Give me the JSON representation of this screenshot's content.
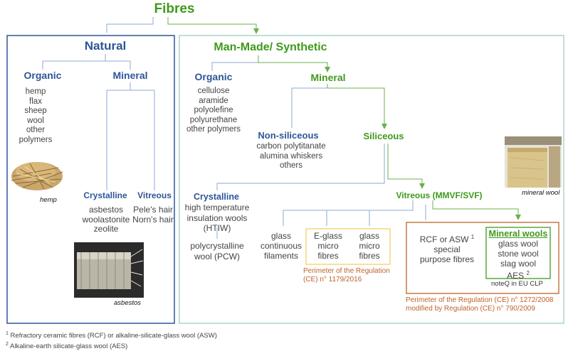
{
  "title": "Fibres",
  "natural": {
    "title": "Natural",
    "organic": {
      "title": "Organic",
      "items": [
        "hemp",
        "flax",
        "sheep",
        "wool",
        "other",
        "polymers"
      ]
    },
    "mineral": {
      "title": "Mineral"
    },
    "crystalline": {
      "title": "Crystalline",
      "items": [
        "asbestos",
        "woolastonite",
        "zeolite"
      ]
    },
    "vitreous": {
      "title": "Vitreous",
      "items": [
        "Pele's hair",
        "Norn's hair"
      ]
    },
    "captions": {
      "hemp": "hemp",
      "asbestos": "asbestos"
    }
  },
  "manmade": {
    "title": "Man-Made/ Synthetic",
    "organic": {
      "title": "Organic",
      "items": [
        "cellulose",
        "aramide",
        "polyolefine",
        "polyurethane",
        "other polymers"
      ]
    },
    "mineral": {
      "title": "Mineral"
    },
    "nonsiliceous": {
      "title": "Non-siliceous",
      "items": [
        "carbon polytitanate",
        "alumina whiskers",
        "others"
      ]
    },
    "siliceous": {
      "title": "Siliceous"
    },
    "crystalline": {
      "title": "Crystalline",
      "items": [
        "high temperature",
        "insulation wools",
        "(HTIW)"
      ],
      "pcw": [
        "polycrystalline",
        "wool (PCW)"
      ]
    },
    "vitreous": {
      "title": "Vitreous (MMVF/SVF)"
    },
    "glass_filaments": [
      "glass",
      "continuous",
      "filaments"
    ],
    "eglass": [
      "E-glass",
      "micro",
      "fibres"
    ],
    "glass_micro": [
      "glass",
      "micro",
      "fibres"
    ],
    "rcf": [
      "RCF or ASW",
      "special",
      "purpose fibres"
    ],
    "rcf_sup": "1",
    "mineral_wools": {
      "title": "Mineral wools",
      "items": [
        "glass wool",
        "stone wool",
        "slag wool",
        "AES"
      ],
      "aes_sup": "2",
      "note": "noteQ in EU CLP"
    },
    "caption_mineral_wool": "mineral wool"
  },
  "regulation_1179": [
    "Perimeter of the Regulation",
    "(CE) n° 1179/2016"
  ],
  "regulation_1272": [
    "Perimeter of the Regulation (CE) n° 1272/2008",
    "modified by  Regulation (CE) n° 790/2009"
  ],
  "footnotes": [
    {
      "mark": "1",
      "text": " Refractory ceramic fibres (RCF) or alkaline-silicate-glass wool (ASW)"
    },
    {
      "mark": "2",
      "text": " Alkaline-earth silicate-glass wool (AES)"
    }
  ],
  "colors": {
    "blue": "#2f5597",
    "green": "#3f9a1c",
    "teal_border": "#a9d5c9",
    "orange": "#c0622a",
    "yellow_border": "#f5d77a"
  }
}
